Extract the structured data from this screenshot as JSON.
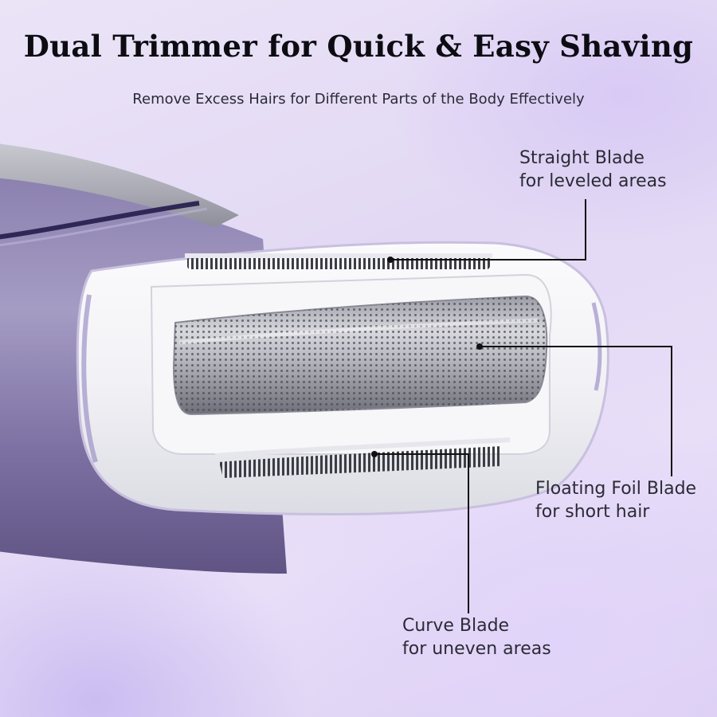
{
  "title": "Dual Trimmer for Quick & Easy Shaving",
  "subtitle": "Remove Excess Hairs for Different Parts of the Body Effectively",
  "callouts": {
    "straight": {
      "line1": "Straight Blade",
      "line2": "for leveled areas"
    },
    "foil": {
      "line1": "Floating Foil Blade",
      "line2": "for short hair"
    },
    "curve": {
      "line1": "Curve Blade",
      "line2": "for uneven areas"
    }
  },
  "colors": {
    "background": "#e6def6",
    "body": "#7a6fa0",
    "head": "#f4f4f7",
    "foil": "#b9b9c0",
    "text": "#0c0c12"
  }
}
